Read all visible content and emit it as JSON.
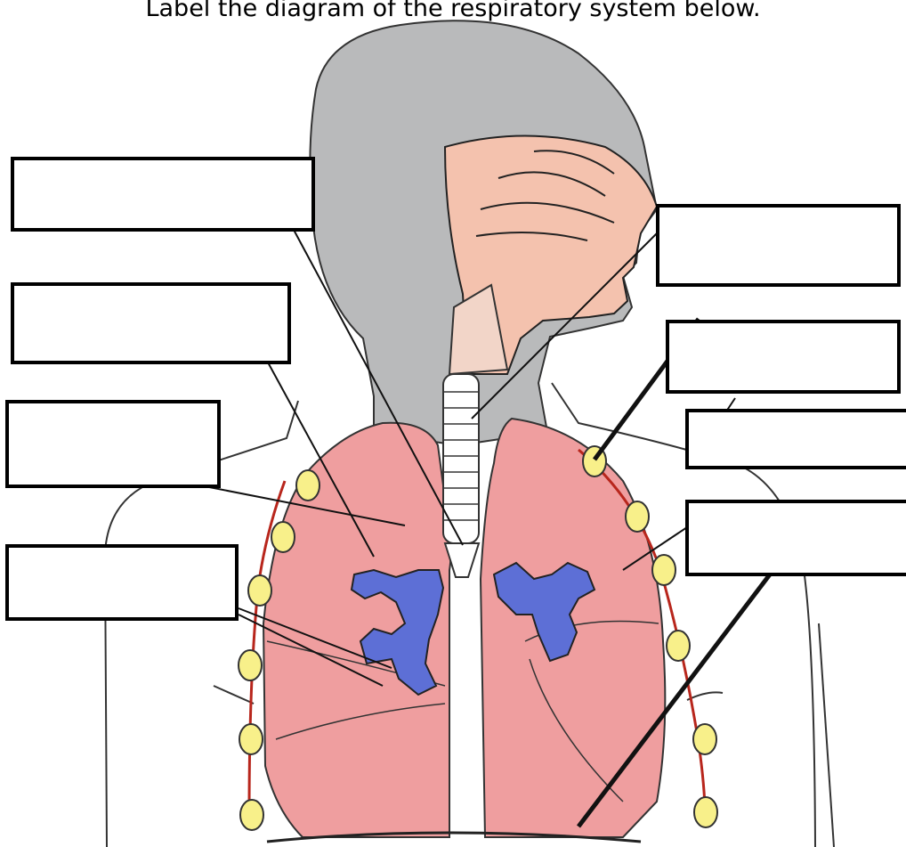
{
  "title": "Label the diagram of the respiratory system below.",
  "label_boxes": [
    {
      "id": "label-box-1",
      "value": ""
    },
    {
      "id": "label-box-2",
      "value": ""
    },
    {
      "id": "label-box-3",
      "value": ""
    },
    {
      "id": "label-box-4",
      "value": ""
    },
    {
      "id": "label-box-5",
      "value": ""
    },
    {
      "id": "label-box-6",
      "value": ""
    },
    {
      "id": "label-box-7",
      "value": ""
    },
    {
      "id": "label-box-8",
      "value": ""
    }
  ],
  "colors": {
    "head": "#b9babb",
    "nasal": "#f4c2ae",
    "lung": "#ef9e9f",
    "bronchi": "#5d6fd6",
    "node": "#f8f08a",
    "lymph_vessel": "#b8261c"
  }
}
